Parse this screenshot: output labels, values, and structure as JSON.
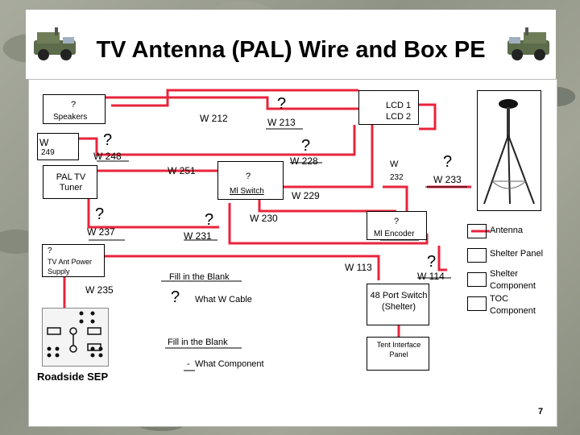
{
  "title": "TV Antenna (PAL) Wire and Box PE",
  "boxes": {
    "speakers_q": "?",
    "speakers": "Speakers",
    "w249_w": "W",
    "w249_num": "249",
    "pal_tv_tuner": "PAL TV Tuner",
    "lcd1": "LCD 1",
    "lcd2": "LCD 2",
    "ml_switch_q": "?",
    "ml_switch": "Ml Switch",
    "ml_encoder_q": "?",
    "ml_encoder": "Ml Encoder",
    "tv_ant_power_q": "?",
    "tv_ant_power": "TV Ant Power Supply",
    "port_switch": "48 Port Switch (Shelter)",
    "tent_panel": "Tent Interface Panel"
  },
  "wires": {
    "w212": "W 212",
    "w213_q": "?",
    "w213": "W 213",
    "w248_q": "?",
    "w248": "W 248",
    "w228_q": "?",
    "w228": "W 228",
    "w251": "W 251",
    "w232_w": "W",
    "w232_num": "232",
    "w233_q": "?",
    "w233": "W 233",
    "w229": "W 229",
    "w237_q": "?",
    "w237": "W 237",
    "w231_q": "?",
    "w231": "W 231",
    "w230": "W 230",
    "w113": "W 113",
    "w114_q": "?",
    "w114": "W 114",
    "w235": "W 235"
  },
  "fill1": {
    "heading": "Fill in the Blank",
    "q": "?",
    "text": "What W Cable"
  },
  "fill2": {
    "heading": "Fill in the Blank",
    "q": "-",
    "text": "What Component"
  },
  "roadside": "Roadside SEP",
  "legend": [
    {
      "label": "Antenna",
      "color": "#ffffff"
    },
    {
      "label": "Shelter Panel",
      "color": "#ffffff"
    },
    {
      "label": "Shelter Component",
      "color": "#ffffff"
    },
    {
      "label": "TOC Component",
      "color": "#ffffff"
    }
  ],
  "colors": {
    "wire": "#e8243c",
    "box_border": "#000000"
  },
  "page_number": "7"
}
